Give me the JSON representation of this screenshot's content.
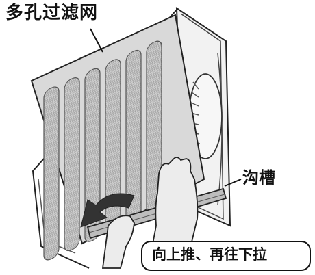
{
  "labels": {
    "filter": "多孔过滤网",
    "groove": "沟槽",
    "instruction": "向上推、再往下拉"
  },
  "colors": {
    "filter_fill": "#d9d9d9",
    "strip_fill": "#c4c4c4",
    "outline": "#222222",
    "arrow": "#333333",
    "line": "#111111"
  }
}
